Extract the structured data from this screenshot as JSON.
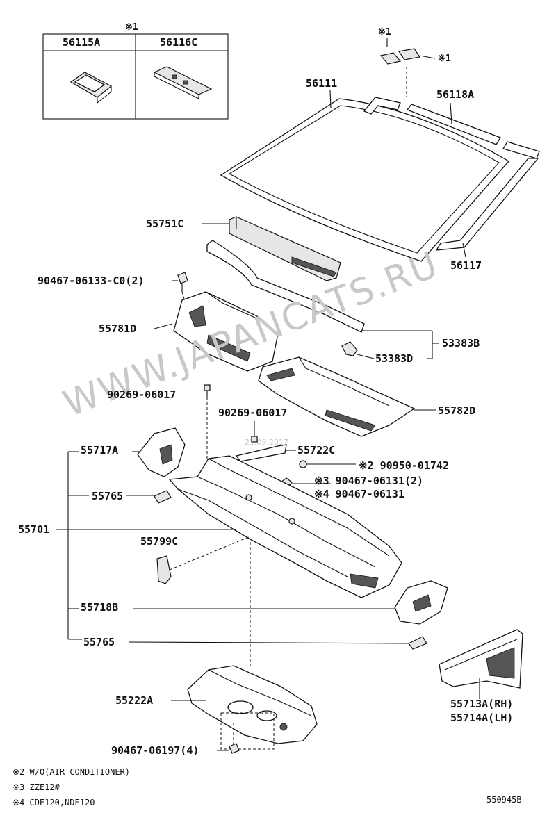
{
  "legend_box": {
    "marker": "※1",
    "col1_part": "56115A",
    "col2_part": "56116C"
  },
  "marks": {
    "clip_left": "※1",
    "clip_right": "※1"
  },
  "parts": {
    "windshield": "56111",
    "molding_upper": "56118A",
    "molding_side": "56117",
    "weatherstrip": "55751C",
    "clip_bolt": "90467-06133-C0(2)",
    "cowl_louver_lh": "55781D",
    "cowl_louver_rh": "55782D",
    "seal_group": "53383B",
    "seal_clip": "53383D",
    "screw_left": "90269-06017",
    "screw_center": "90269-06017",
    "bracket": "55722C",
    "cowl_panel_assy": "55701",
    "cowl_side_upper": "55717A",
    "bracket_small_upper": "55765",
    "plug_grommet": "※2 90950-01742",
    "clip_zze": "※3 90467-06131(2)",
    "clip_cde": "※4 90467-06131",
    "cover_55799": "55799C",
    "cowl_side_lower": "55718B",
    "bracket_small_lower": "55765",
    "cowl_top_inner": "55222A",
    "bolt_bottom": "90467-06197(4)",
    "side_panel_rh": "55713A(RH)",
    "side_panel_lh": "55714A(LH)"
  },
  "footnotes": {
    "note2": "※2 W/O(AIR CONDITIONER)",
    "note3": "※3 ZZE12#",
    "note4": "※4 CDE120,NDE120"
  },
  "drawing_id": "550945B",
  "watermark": "WWW.JAPANCATS.RU",
  "date_stamp": "21.09.2017"
}
